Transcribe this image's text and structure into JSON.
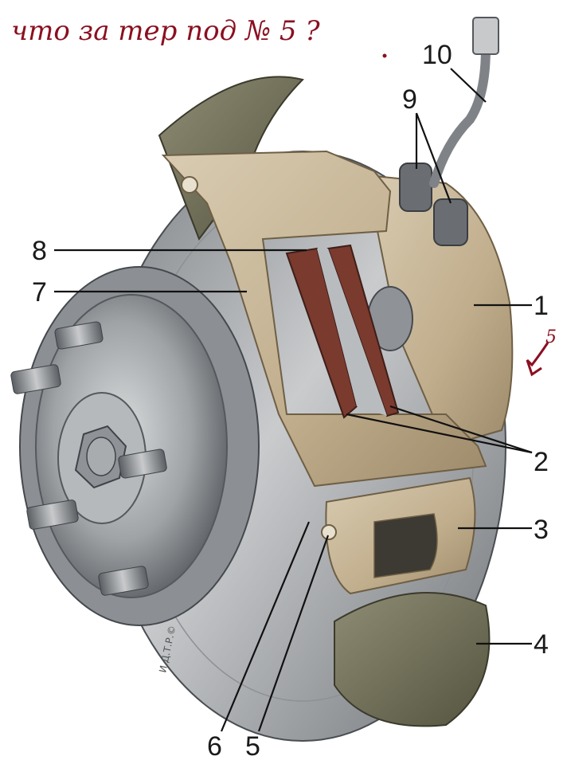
{
  "handwritten_question": "что за тер под № 5 ?",
  "handwritten_mark": "5",
  "watermark": "И.Д.Т.Р.©",
  "labels": [
    {
      "id": "1",
      "text": "1"
    },
    {
      "id": "2",
      "text": "2"
    },
    {
      "id": "3",
      "text": "3"
    },
    {
      "id": "4",
      "text": "4"
    },
    {
      "id": "5",
      "text": "5"
    },
    {
      "id": "6",
      "text": "6"
    },
    {
      "id": "7",
      "text": "7"
    },
    {
      "id": "8",
      "text": "8"
    },
    {
      "id": "9",
      "text": "9"
    },
    {
      "id": "10",
      "text": "10"
    }
  ],
  "colors": {
    "ink": "#8a1020",
    "caliper": "#c7b596",
    "disc": "#a6a9ac",
    "pad": "#7a3a2e",
    "shield": "#6b6a55"
  }
}
